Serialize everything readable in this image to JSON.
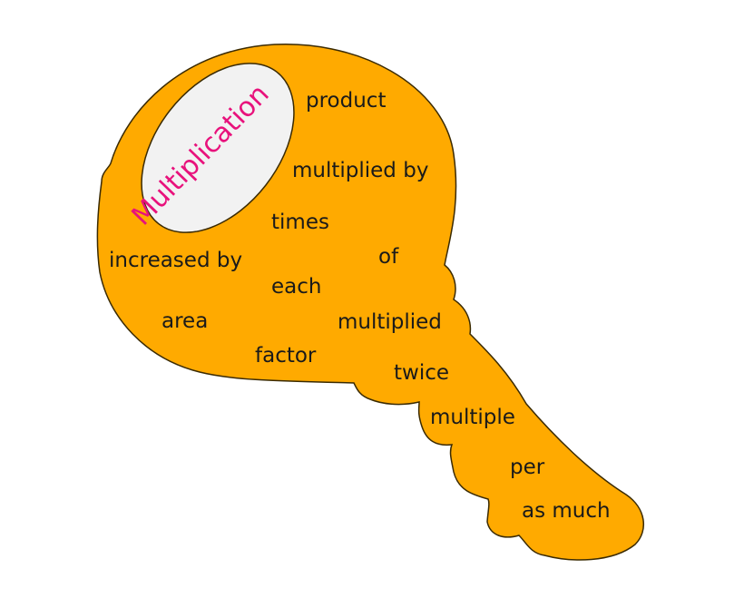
{
  "title": "Multiplication",
  "words": {
    "product": "product",
    "multiplied_by": "multiplied by",
    "times": "times",
    "increased_by": "increased by",
    "of": "of",
    "each": "each",
    "area": "area",
    "multiplied": "multiplied",
    "factor": "factor",
    "twice": "twice",
    "multiple": "multiple",
    "per": "per",
    "as_much": "as much"
  },
  "colors": {
    "key_fill": "#FFAA00",
    "key_stroke": "#3a2a00",
    "hole_fill": "#F2F2F2",
    "title_color": "#E8127C",
    "text_color": "#1a1a1a"
  }
}
